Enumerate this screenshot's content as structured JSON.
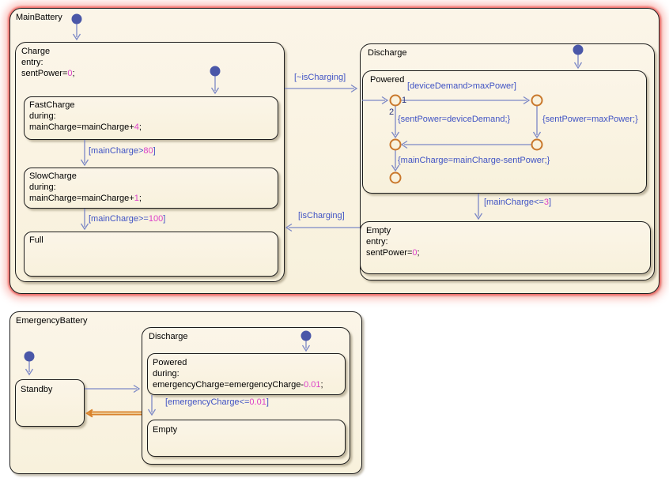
{
  "colors": {
    "fill": "#f9f2de",
    "line": "#7c88c6",
    "blue": "#4053c4",
    "magenta": "#dc40c8",
    "dot": "#4a57a8",
    "junction": "#c9782c",
    "orange": "#d9822b",
    "border": "#1c1c1c",
    "selection_glow": "#f4776e"
  },
  "main_battery": {
    "title": "MainBattery",
    "charge": {
      "title": "Charge",
      "entry_label": "entry:",
      "entry_action": {
        "pre": "sentPower=",
        "num": "0",
        "post": ";"
      }
    },
    "fast_charge": {
      "title": "FastCharge",
      "during_label": "during:",
      "action": {
        "pre": "mainCharge=mainCharge+",
        "num": "4",
        "post": ";"
      }
    },
    "slow_charge": {
      "title": "SlowCharge",
      "during_label": "during:",
      "action": {
        "pre": "mainCharge=mainCharge+",
        "num": "1",
        "post": ";"
      }
    },
    "full": {
      "title": "Full"
    },
    "discharge": {
      "title": "Discharge"
    },
    "powered": {
      "title": "Powered"
    },
    "empty": {
      "title": "Empty",
      "entry_label": "entry:",
      "entry_action": {
        "pre": "sentPower=",
        "num": "0",
        "post": ";"
      }
    }
  },
  "emergency_battery": {
    "title": "EmergencyBattery",
    "standby": {
      "title": "Standby"
    },
    "discharge": {
      "title": "Discharge"
    },
    "powered": {
      "title": "Powered",
      "during_label": "during:",
      "action": {
        "pre": "emergencyCharge=emergencyCharge-",
        "num": "0.01",
        "post": ";"
      }
    },
    "empty": {
      "title": "Empty"
    }
  },
  "transitions": {
    "not_charging": {
      "pre": "[~isCharging]"
    },
    "is_charging": {
      "pre": "[isCharging]"
    },
    "main_gt_80": {
      "pre": "[mainCharge>",
      "num": "80",
      "post": "]"
    },
    "main_gte_100": {
      "pre": "[mainCharge>=",
      "num": "100",
      "post": "]"
    },
    "device_gt_max": {
      "pre": "[deviceDemand>maxPower]"
    },
    "branch_1": "1",
    "branch_2": "2",
    "sent_equals_device": {
      "pre": "{sentPower=deviceDemand;}"
    },
    "sent_equals_max": {
      "pre": "{sentPower=maxPower;}"
    },
    "main_minus_sent": {
      "pre": "{mainCharge=mainCharge-sentPower;}"
    },
    "main_lte_3": {
      "pre": "[mainCharge<=",
      "num": "3",
      "post": "]"
    },
    "emergency_lte": {
      "pre": "[emergencyCharge<=",
      "num": "0.01",
      "post": "]"
    }
  }
}
